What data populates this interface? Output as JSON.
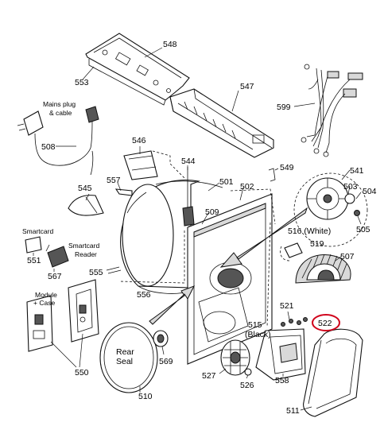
{
  "diagram": {
    "parts": {
      "p548": "548",
      "p553": "553",
      "p547": "547",
      "p599": "599",
      "p508": "508",
      "p546": "546",
      "p544": "544",
      "p501": "501",
      "p502": "502",
      "p549": "549",
      "p541": "541",
      "p503": "503",
      "p504": "504",
      "p505": "505",
      "p557": "557",
      "p545": "545",
      "p509": "509",
      "p516": "516 (White)",
      "p519": "519",
      "p507": "507",
      "p551": "551",
      "p567": "567",
      "p555": "555",
      "p556": "556",
      "p521": "521",
      "p522": "522",
      "p515a": "515",
      "p515b": "(Black)",
      "p550": "550",
      "p569": "569",
      "p510": "510",
      "p527": "527",
      "p526": "526",
      "p558": "558",
      "p511": "511"
    },
    "notes": {
      "mains_1": "Mains plug",
      "mains_2": "& cable",
      "smartcard": "Smartcard",
      "reader_1": "Smartcard",
      "reader_2": "Reader",
      "module_1": "Module",
      "module_2": "+ Case",
      "seal_1": "Rear",
      "seal_2": "Seal"
    },
    "highlight_color": "#d0021b"
  }
}
